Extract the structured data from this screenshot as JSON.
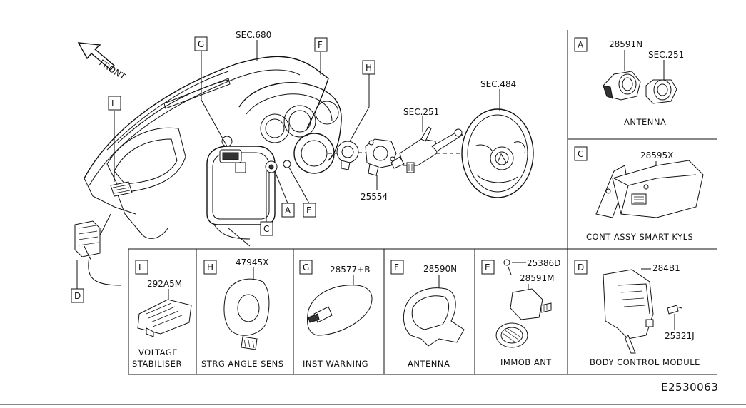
{
  "main_view": {
    "front_label": "FRONT",
    "refs": {
      "sec680": "SEC.680",
      "sec251": "SEC.251",
      "sec484": "SEC.484"
    },
    "part_25554": "25554",
    "callouts": {
      "G": "G",
      "F": "F",
      "H": "H",
      "L": "L",
      "A": "A",
      "E": "E",
      "C": "C",
      "D": "D"
    }
  },
  "panels": {
    "A": {
      "letter": "A",
      "part": "28591N",
      "ref": "SEC.251",
      "caption": "ANTENNA"
    },
    "C": {
      "letter": "C",
      "part": "28595X",
      "caption": "CONT ASSY SMART KYLS"
    },
    "L": {
      "letter": "L",
      "part": "292A5M",
      "caption_line1": "VOLTAGE",
      "caption_line2": "STABILISER"
    },
    "H": {
      "letter": "H",
      "part": "47945X",
      "caption": "STRG ANGLE SENS"
    },
    "G": {
      "letter": "G",
      "part": "28577+B",
      "caption": "INST WARNING"
    },
    "F": {
      "letter": "F",
      "part": "28590N",
      "caption": "ANTENNA"
    },
    "E": {
      "letter": "E",
      "part1": "25386D",
      "part2": "28591M",
      "caption": "IMMOB ANT"
    },
    "D": {
      "letter": "D",
      "part1": "284B1",
      "part2": "25321J",
      "caption": "BODY CONTROL MODULE"
    }
  },
  "diagram_code": "E2530063"
}
